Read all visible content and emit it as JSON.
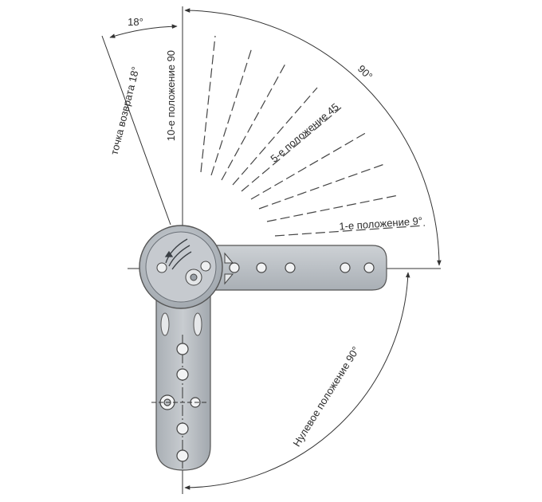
{
  "labels": {
    "angle_top": "18°",
    "angle_right": "90°",
    "return_point": "точка возврата 18°",
    "position_10": "10-е положение 90",
    "position_5": "5-е положение 45",
    "position_1": "1-е положение 9°",
    "zero_position": "Нулевое положение 90°"
  },
  "colors": {
    "hinge_body": "#b9bec4",
    "hinge_dark": "#8d949b",
    "line": "#333333"
  },
  "icons": {
    "hub_logo": "wing-logo-icon"
  }
}
